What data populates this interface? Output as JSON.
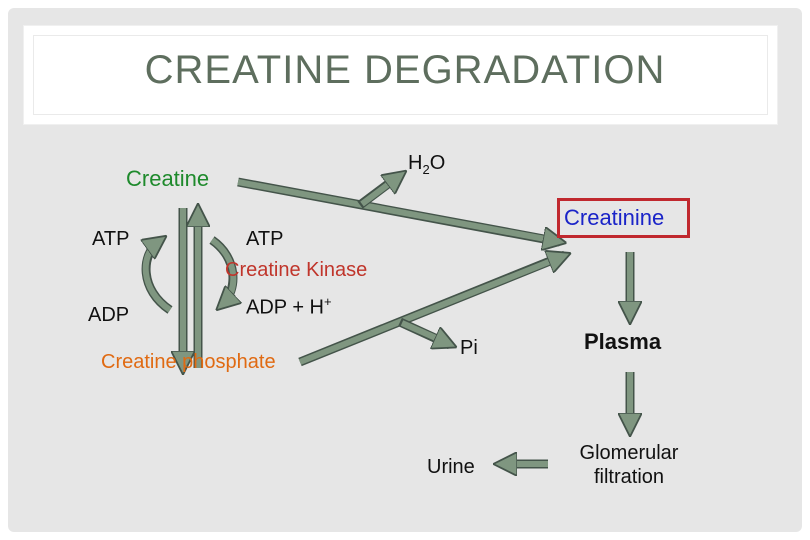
{
  "title": "CREATINE DEGRADATION",
  "labels": {
    "creatine": "Creatine",
    "h2o_h": "H",
    "h2o_sub": "2",
    "h2o_o": "O",
    "creatinine": "Creatinine",
    "atp_left": "ATP",
    "atp_right": "ATP",
    "creatine_kinase": "Creatine Kinase",
    "adp_left": "ADP",
    "adp_right": "ADP + H",
    "adp_right_sup": "+",
    "creatine_phosphate": "Creatine phosphate",
    "pi": "Pi",
    "plasma": "Plasma",
    "urine": "Urine",
    "glomerular_filtration_line1": "Glomerular",
    "glomerular_filtration_line2": "filtration"
  },
  "colors": {
    "arrow_fill": "#7f9680",
    "arrow_stroke": "#44544a",
    "creatine": "#1e8a2c",
    "creatine_kinase": "#c0352b",
    "creatine_phosphate": "#e06a12",
    "creatinine": "#1a24c8",
    "creatinine_box": "#c0282e"
  }
}
